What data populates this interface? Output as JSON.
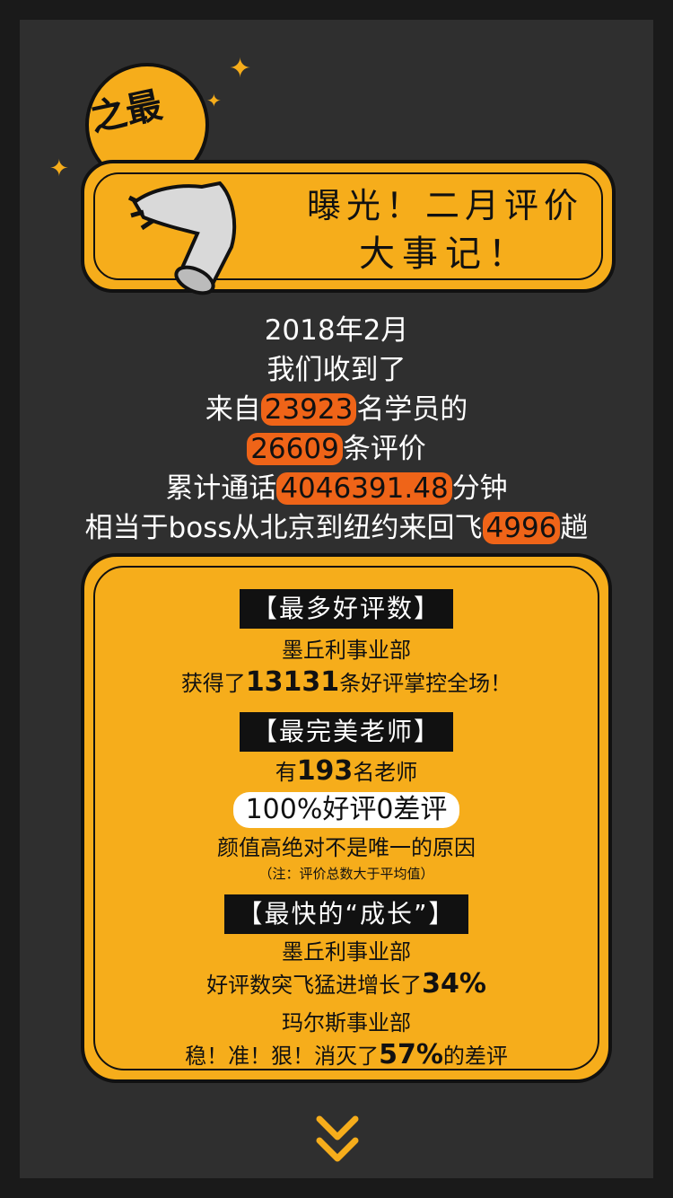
{
  "header": {
    "badge": "之最",
    "title_line1": "曝光！二月评价",
    "title_line2": "大事记！"
  },
  "stats": {
    "date": "2018年2月",
    "l2": "我们收到了",
    "l3_pre": "来自",
    "l3_num": "23923",
    "l3_post": "名学员的",
    "l4_num": "26609",
    "l4_post": "条评价",
    "l5_pre": "累计通话",
    "l5_num": "4046391.48",
    "l5_post": "分钟",
    "l6_pre": "相当于boss从北京到纽约来回飞",
    "l6_num": "4996",
    "l6_post": "趟"
  },
  "card": {
    "s1_tag": "【最多好评数】",
    "s1_l1": "墨丘利事业部",
    "s1_l2_pre": "获得了",
    "s1_l2_num": "13131",
    "s1_l2_post": "条好评掌控全场！",
    "s2_tag": "【最完美老师】",
    "s2_l1_pre": "有",
    "s2_l1_num": "193",
    "s2_l1_post": "名老师",
    "s2_l2": "100%好评0差评",
    "s2_l3": "颜值高绝对不是唯一的原因",
    "s2_note": "（注：评价总数大于平均值）",
    "s3_tag": "【最快的“成长”】",
    "s3_l1": "墨丘利事业部",
    "s3_l2_pre": "好评数突飞猛进增长了",
    "s3_l2_num": "34%",
    "s3_l3": "玛尔斯事业部",
    "s3_l4_pre": "稳！准！狠！消灭了",
    "s3_l4_num": "57%",
    "s3_l4_post": "的差评"
  },
  "colors": {
    "accent": "#f6ad1b",
    "highlight": "#ef6418",
    "bg": "#2f2f2f"
  },
  "icons": [
    "sparkle-icon",
    "hand-icon",
    "scroll-down-icon"
  ]
}
